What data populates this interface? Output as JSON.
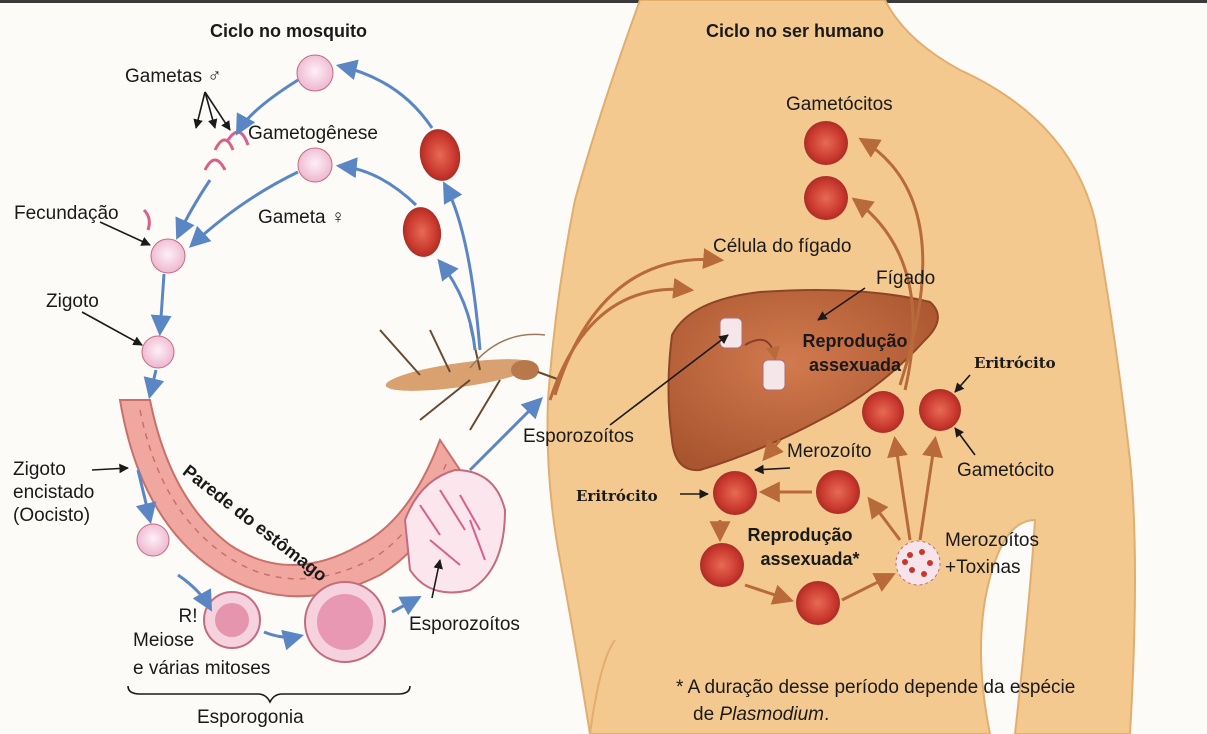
{
  "headings": {
    "mosquito_cycle": "Ciclo no mosquito",
    "human_cycle": "Ciclo no ser humano"
  },
  "labels": {
    "gametas": "Gametas ♂",
    "gametogenese": "Gametogênese",
    "fecundacao": "Fecundação",
    "gameta_f": "Gameta ♀",
    "zigoto": "Zigoto",
    "zigoto_encistado_1": "Zigoto",
    "zigoto_encistado_2": "encistado",
    "zigoto_encistado_3": "(Oocisto)",
    "parede_estomago": "Parede do estômago",
    "meiose_1": "R!",
    "meiose_2": "Meiose",
    "meiose_3": "e várias mitoses",
    "esporogonia": "Esporogonia",
    "esporozoitos_bottom": "Esporozoítos",
    "gametocitos": "Gametócitos",
    "celula_figado": "Célula do fígado",
    "figado": "Fígado",
    "reproducao_assexuada_1": "Reprodução",
    "reproducao_assexuada_2": "assexuada",
    "eritrocito_right": "Eritrócito",
    "esporozoitos_mid": "Esporozoítos",
    "merozoito": "Merozoíto",
    "eritrocito_left": "Eritrócito",
    "gametocito": "Gametócito",
    "reproducao_assexuada_b1": "Reprodução",
    "reproducao_assexuada_b2": "assexuada*",
    "merozoitos_1": "Merozoítos",
    "merozoitos_2": "+Toxinas"
  },
  "footnote": {
    "line1": "* A duração desse período depende da espécie",
    "line2_prefix": "de ",
    "line2_italic": "Plasmodium",
    "line2_suffix": "."
  },
  "colors": {
    "background": "#fcfbf8",
    "skin": "#f3c98f",
    "liver": "#c4683e",
    "blood_cell": "#c8372d",
    "cell_pink": "#f5cde0",
    "stomach_wall": "#f0a7a0",
    "arrow_blue": "#5b86c4",
    "arrow_brown": "#b86a3a"
  }
}
